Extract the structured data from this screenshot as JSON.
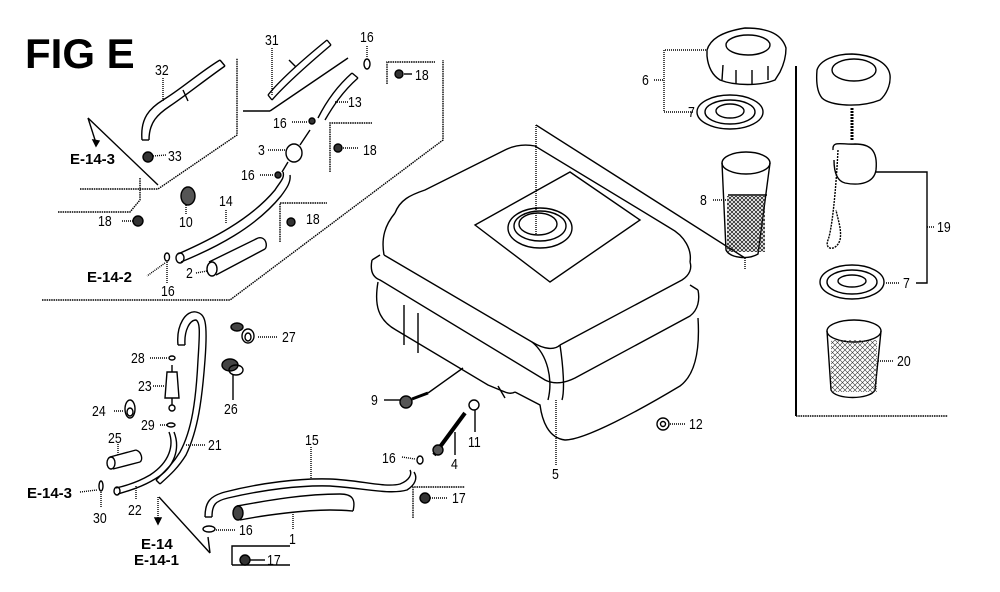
{
  "figure": {
    "title": "FIG E"
  },
  "references": {
    "e143_top": "E-14-3",
    "e142": "E-14-2",
    "e143_bottom": "E-14-3",
    "e14": "E-14",
    "e141": "E-14-1"
  },
  "callouts": [
    {
      "id": "c32",
      "number": "32",
      "part": "hose"
    },
    {
      "id": "c33",
      "number": "33",
      "part": "clip"
    },
    {
      "id": "c31",
      "number": "31",
      "part": "hose-with-clip"
    },
    {
      "id": "c16a",
      "number": "16",
      "part": "clip"
    },
    {
      "id": "c18a",
      "number": "18",
      "part": "clip"
    },
    {
      "id": "c13",
      "number": "13",
      "part": "hose"
    },
    {
      "id": "c16b",
      "number": "16",
      "part": "clip"
    },
    {
      "id": "c3",
      "number": "3",
      "part": "fuel-cock"
    },
    {
      "id": "c18b",
      "number": "18",
      "part": "clip"
    },
    {
      "id": "c16c",
      "number": "16",
      "part": "clip"
    },
    {
      "id": "c18c",
      "number": "18",
      "part": "clip"
    },
    {
      "id": "c10",
      "number": "10",
      "part": "cap"
    },
    {
      "id": "c14",
      "number": "14",
      "part": "tube"
    },
    {
      "id": "c18d",
      "number": "18",
      "part": "clip"
    },
    {
      "id": "c2",
      "number": "2",
      "part": "tube"
    },
    {
      "id": "c16d",
      "number": "16",
      "part": "clip"
    },
    {
      "id": "c27",
      "number": "27",
      "part": "clamp"
    },
    {
      "id": "c28",
      "number": "28",
      "part": "clip"
    },
    {
      "id": "c23",
      "number": "23",
      "part": "fuel-filter"
    },
    {
      "id": "c26",
      "number": "26",
      "part": "holder"
    },
    {
      "id": "c24",
      "number": "24",
      "part": "clip"
    },
    {
      "id": "c29",
      "number": "29",
      "part": "clip"
    },
    {
      "id": "c21",
      "number": "21",
      "part": "hose"
    },
    {
      "id": "c25",
      "number": "25",
      "part": "tube"
    },
    {
      "id": "c22",
      "number": "22",
      "part": "hose"
    },
    {
      "id": "c30",
      "number": "30",
      "part": "clip"
    },
    {
      "id": "c15",
      "number": "15",
      "part": "hose"
    },
    {
      "id": "c16e",
      "number": "16",
      "part": "clip"
    },
    {
      "id": "c1",
      "number": "1",
      "part": "tube"
    },
    {
      "id": "c17a",
      "number": "17",
      "part": "clip"
    },
    {
      "id": "c9",
      "number": "9",
      "part": "bolt"
    },
    {
      "id": "c11",
      "number": "11",
      "part": "washer"
    },
    {
      "id": "c16f",
      "number": "16",
      "part": "clip"
    },
    {
      "id": "c4",
      "number": "4",
      "part": "fuel-joint"
    },
    {
      "id": "c17b",
      "number": "17",
      "part": "clip"
    },
    {
      "id": "c5",
      "number": "5",
      "part": "fuel-tank"
    },
    {
      "id": "c12",
      "number": "12",
      "part": "nut"
    },
    {
      "id": "c6",
      "number": "6",
      "part": "fuel-cap"
    },
    {
      "id": "c7a",
      "number": "7",
      "part": "gasket"
    },
    {
      "id": "c8",
      "number": "8",
      "part": "strainer"
    },
    {
      "id": "c19",
      "number": "19",
      "part": "fuel-cap-assembly"
    },
    {
      "id": "c7b",
      "number": "7",
      "part": "gasket"
    },
    {
      "id": "c20",
      "number": "20",
      "part": "strainer"
    }
  ]
}
